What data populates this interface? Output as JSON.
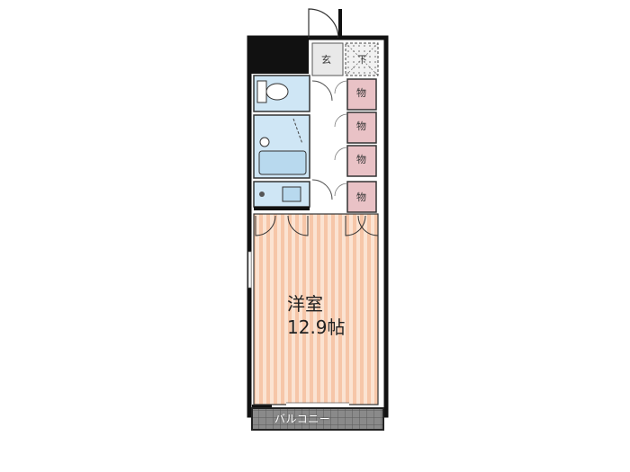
{
  "rooms": {
    "western_room_name": "洋室",
    "western_room_size": "12.9帖",
    "entrance": "玄",
    "shoe_box": "下",
    "storage": [
      "物",
      "物",
      "物",
      "物"
    ],
    "balcony": "バルコニー"
  },
  "colors": {
    "wall": "#111111",
    "floor_stripe_a": "#f6c6a8",
    "floor_stripe_b": "#fbe3d2",
    "wet_area": "#cfe6f5",
    "storage": "#e9c2c6",
    "balcony_tile": "#7a7a7a"
  }
}
